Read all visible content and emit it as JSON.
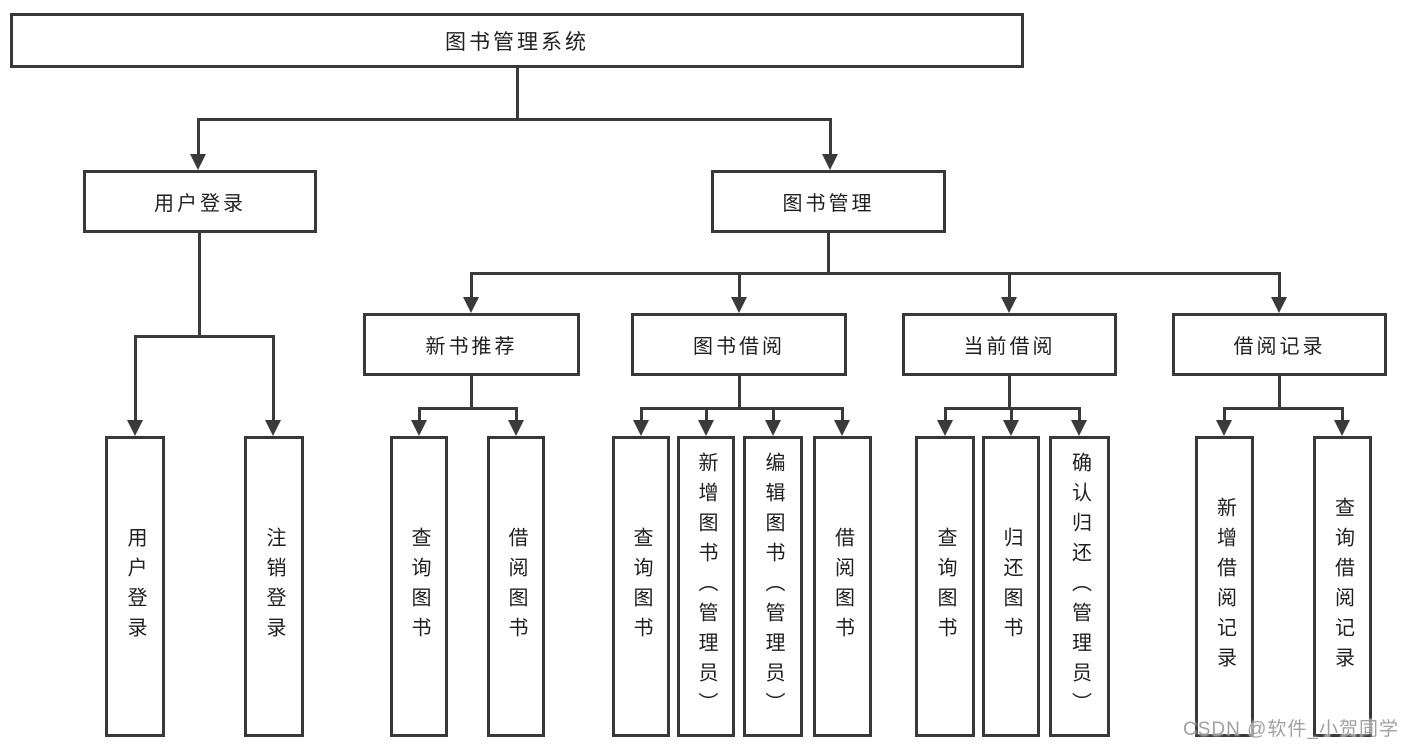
{
  "tree": {
    "label": "图书管理系统",
    "children": [
      {
        "label": "用户登录",
        "children": [
          {
            "label": "用户登录"
          },
          {
            "label": "注销登录"
          }
        ]
      },
      {
        "label": "图书管理",
        "children": [
          {
            "label": "新书推荐",
            "children": [
              {
                "label": "查询图书"
              },
              {
                "label": "借阅图书"
              }
            ]
          },
          {
            "label": "图书借阅",
            "children": [
              {
                "label": "查询图书"
              },
              {
                "label": "新增图书（管理员）"
              },
              {
                "label": "编辑图书（管理员）"
              },
              {
                "label": "借阅图书"
              }
            ]
          },
          {
            "label": "当前借阅",
            "children": [
              {
                "label": "查询图书"
              },
              {
                "label": "归还图书"
              },
              {
                "label": "确认归还（管理员）"
              }
            ]
          },
          {
            "label": "借阅记录",
            "children": [
              {
                "label": "新增借阅记录"
              },
              {
                "label": "查询借阅记录"
              }
            ]
          }
        ]
      }
    ]
  },
  "watermark": {
    "text": "CSDN @软件_小贺同学"
  },
  "colors": {
    "line": "#3a3a3a",
    "box_border": "#383838",
    "text": "#1f1f1f",
    "watermark": "#949494",
    "background": "#ffffff"
  }
}
